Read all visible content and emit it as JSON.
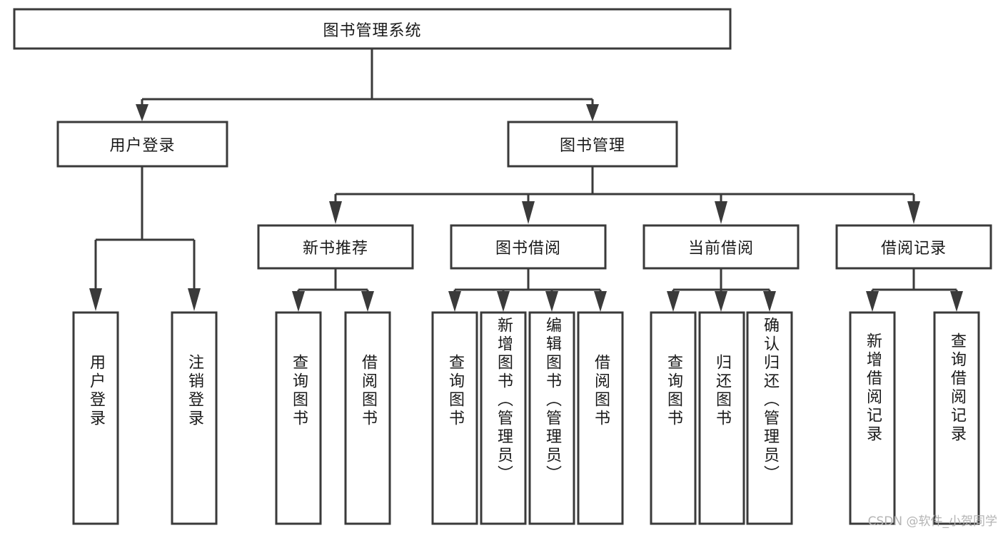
{
  "diagram": {
    "type": "tree-hierarchy",
    "title": "图书管理系统",
    "orientation": "top-down",
    "colors": {
      "box_stroke": "#3a3a3a",
      "box_fill": "#ffffff",
      "connector": "#3a3a3a",
      "text": "#1a1a1a",
      "watermark": "#b4b4b4",
      "background": "#ffffff"
    },
    "root": {
      "label": "图书管理系统"
    },
    "level2": [
      {
        "label": "用户登录"
      },
      {
        "label": "图书管理"
      }
    ],
    "level3": [
      {
        "label": "新书推荐"
      },
      {
        "label": "图书借阅"
      },
      {
        "label": "当前借阅"
      },
      {
        "label": "借阅记录"
      }
    ],
    "leaves": {
      "user_login": [
        {
          "label": "用户登录"
        },
        {
          "label": "注销登录"
        }
      ],
      "new_book_recommend": [
        {
          "label": "查询图书"
        },
        {
          "label": "借阅图书"
        }
      ],
      "book_borrow": [
        {
          "label": "查询图书"
        },
        {
          "label": "新增图书（管理员）"
        },
        {
          "label": "编辑图书（管理员）"
        },
        {
          "label": "借阅图书"
        }
      ],
      "current_borrow": [
        {
          "label": "查询图书"
        },
        {
          "label": "归还图书"
        },
        {
          "label": "确认归还（管理员）"
        }
      ],
      "borrow_record": [
        {
          "label": "新增借阅记录"
        },
        {
          "label": "查询借阅记录"
        }
      ]
    }
  },
  "watermark": {
    "text": "CSDN @软件_小贺同学"
  }
}
